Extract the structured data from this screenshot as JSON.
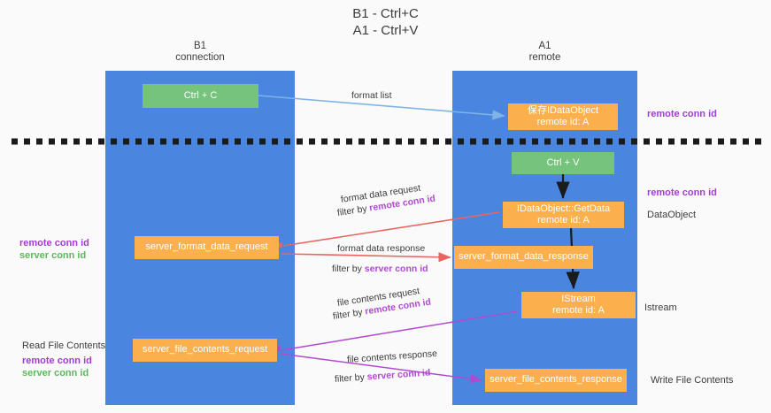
{
  "title": {
    "line1": "B1 - Ctrl+C",
    "line2": "A1 - Ctrl+V"
  },
  "lanes": [
    {
      "name": "B1",
      "subtitle": "connection"
    },
    {
      "name": "A1",
      "subtitle": "remote"
    }
  ],
  "nodes": {
    "ctrl_c": "Ctrl + C",
    "ctrl_v": "Ctrl + V",
    "idataobject_line1": "保存IDataObject",
    "idataobject_line2": "remote id: A",
    "getdata_line1": "IDataObject::GetData",
    "getdata_line2": "remote id: A",
    "istream_line1": "IStream",
    "istream_line2": "remote id: A",
    "server_format_data_request": "server_format_data_request",
    "server_format_data_response": "server_format_data_response",
    "server_file_contents_request": "server_file_contents_request",
    "server_file_contents_response": "server_file_contents_response"
  },
  "annotations": {
    "right_remote_conn_id_top": "remote conn id",
    "right_remote_conn_id_mid": "remote conn id",
    "right_dataobject": "DataObject",
    "right_istream": "Istream",
    "right_write_file_contents": "Write File Contents",
    "left_remote_conn_id_mid": "remote conn id",
    "left_server_conn_id_mid": "server conn id",
    "left_read_file_contents": "Read File Contents",
    "left_remote_conn_id_bottom": "remote conn id",
    "left_server_conn_id_bottom": "server conn id"
  },
  "edges": {
    "format_list": "format list",
    "format_data_request": "format data request",
    "format_data_request_filter_prefix": "filter by ",
    "format_data_request_filter_key": "remote conn id",
    "format_data_response": "format data response",
    "format_data_response_filter_prefix": "filter by ",
    "format_data_response_filter_key": "server conn id",
    "file_contents_request": "file contents request",
    "file_contents_request_filter_prefix": "filter by ",
    "file_contents_request_filter_key": "remote conn id",
    "file_contents_response": "file contents response",
    "file_contents_response_filter_prefix": "filter by ",
    "file_contents_response_filter_key": "server conn id"
  },
  "colors": {
    "lane_blue": "#4a86e0",
    "node_green": "#76c47c",
    "node_orange": "#fbb04d",
    "accent_purple": "#a33bd6",
    "accent_green": "#5cb85c",
    "arrow_red": "#e8665f",
    "arrow_magenta": "#b04ad0",
    "arrow_lightblue": "#7fb3e8",
    "background": "#fafafa"
  }
}
